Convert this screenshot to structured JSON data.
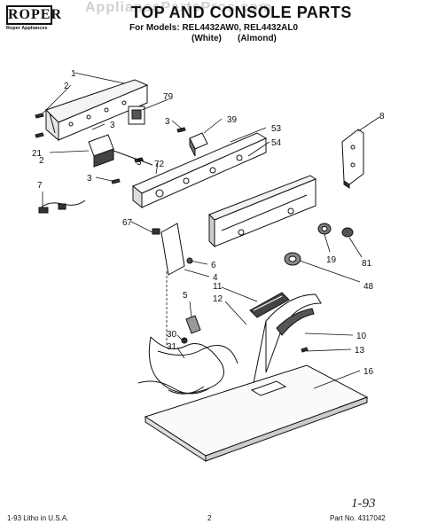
{
  "watermark": "AppliancePartsPros.com",
  "header": {
    "brand_logo": "ROPER",
    "brand_tagline": "Roper Appliances",
    "title": "TOP AND CONSOLE PARTS",
    "models_line": "For Models: REL4432AW0, REL4432AL0",
    "color_white": "(White)",
    "color_almond": "(Almond)"
  },
  "callouts": [
    "1",
    "2",
    "3",
    "79",
    "3",
    "39",
    "8",
    "53",
    "54",
    "2",
    "21",
    "3",
    "72",
    "7",
    "3",
    "67",
    "6",
    "4",
    "19",
    "81",
    "48",
    "5",
    "11",
    "12",
    "10",
    "13",
    "30",
    "31",
    "16"
  ],
  "handwritten_note": "1-93",
  "footer": {
    "left": "1-93  Litho in U.S.A.",
    "center": "2",
    "right": "Part No. 4317042"
  }
}
